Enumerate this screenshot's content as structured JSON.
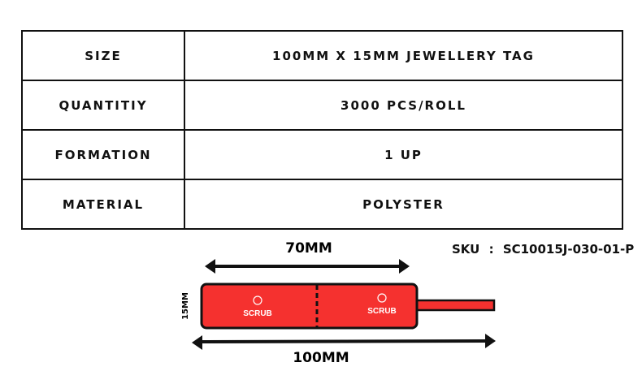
{
  "specs": [
    {
      "label": "SIZE",
      "value": "100MM X 15MM JEWELLERY TAG"
    },
    {
      "label": "QUANTITIY",
      "value": "3000 PCS/ROLL"
    },
    {
      "label": "FORMATION",
      "value": "1 UP"
    },
    {
      "label": "MATERIAL",
      "value": "POLYSTER"
    }
  ],
  "sku": {
    "label": "SKU",
    "separator": ":",
    "value": "SC10015J-030-01-P"
  },
  "diagram": {
    "width_label": "70MM",
    "total_label": "100MM",
    "height_label": "15MM",
    "brand": "SCRUB",
    "tag_color": "#f5312f"
  }
}
